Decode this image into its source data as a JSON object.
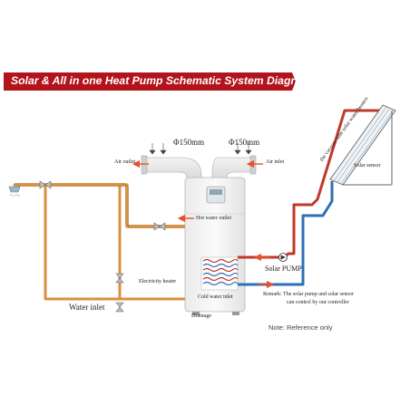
{
  "title": "Solar & All in one Heat Pump Schematic System Diagram",
  "labels": {
    "phi_left": "Φ150mm",
    "phi_right": "Φ150mm",
    "air_outlet": "Air outlet",
    "air_inlet": "Air inlet",
    "hot_water_outlet": "Hot water outlet",
    "electricity_heater": "Electricity heater",
    "cold_water_inlet": "Cold water inlet",
    "drainage": "Drainage",
    "water_inlet": "Water inlet",
    "solar_pump": "Solar PUMP",
    "solar_sensor": "Solar sensor",
    "collector": "the vacuum tube solar water heaters",
    "remark_line1": "Remark: The solar pump and solar sensor",
    "remark_line2": "can control by our controller",
    "note": "Note: Reference only"
  },
  "colors": {
    "banner": "#b3141c",
    "hot_pipe": "#c0392b",
    "cold_pipe": "#2e6fb5",
    "water_pipe": "#d9903f",
    "duct": "#e6e6e6",
    "arrow": "#e8502c"
  }
}
